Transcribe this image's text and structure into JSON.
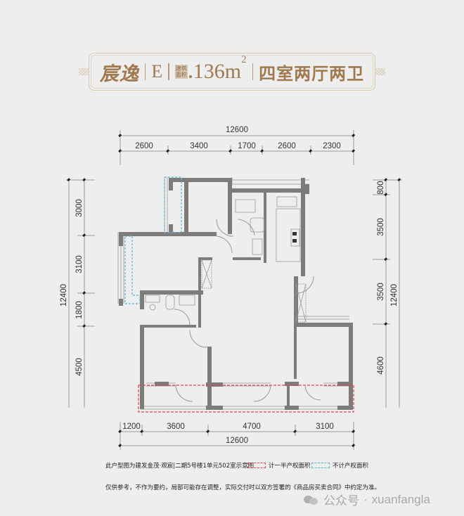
{
  "banner": {
    "series_name": "宸逸",
    "unit_type": "E",
    "area_label_line1": "建筑",
    "area_label_line2": "面积",
    "area_value": "136m",
    "area_unit_sup": "2",
    "layout": "四室两厅两卫"
  },
  "dimensions": {
    "top_total": "12600",
    "top_segments": [
      "2600",
      "3400",
      "1700",
      "2600",
      "2300"
    ],
    "bottom_segments": [
      "1200",
      "3600",
      "4700",
      "3100"
    ],
    "bottom_total": "12600",
    "left_segments": [
      "3000",
      "3100",
      "1800",
      "4500"
    ],
    "left_total": "12400",
    "right_segments": [
      "800",
      "3500",
      "3500",
      "4600"
    ],
    "right_total": "12400"
  },
  "footer": {
    "note": "此户型图为建发金茂·观宸|二期5号楼1单元502室示意图",
    "legend": [
      {
        "label": "计一半产权面积",
        "color": "#d9434f",
        "style": "dashed"
      },
      {
        "label": "不计产权面积",
        "color": "#5fb3d9",
        "style": "dashed"
      }
    ],
    "disclaimer": "仅供参考，不作为要约，局部可能存在调整，实际交付时以双方签署的《商品房买卖合同》中约定为准。"
  },
  "watermark": {
    "prefix": "公众号",
    "separator": "·",
    "account": "xuanfangla"
  },
  "colors": {
    "background": "#eeeeee",
    "wall": "#7d7c7b",
    "banner_text": "#a0794f",
    "half_area_border": "#d9434f",
    "excluded_area_border": "#5fb3d9"
  }
}
